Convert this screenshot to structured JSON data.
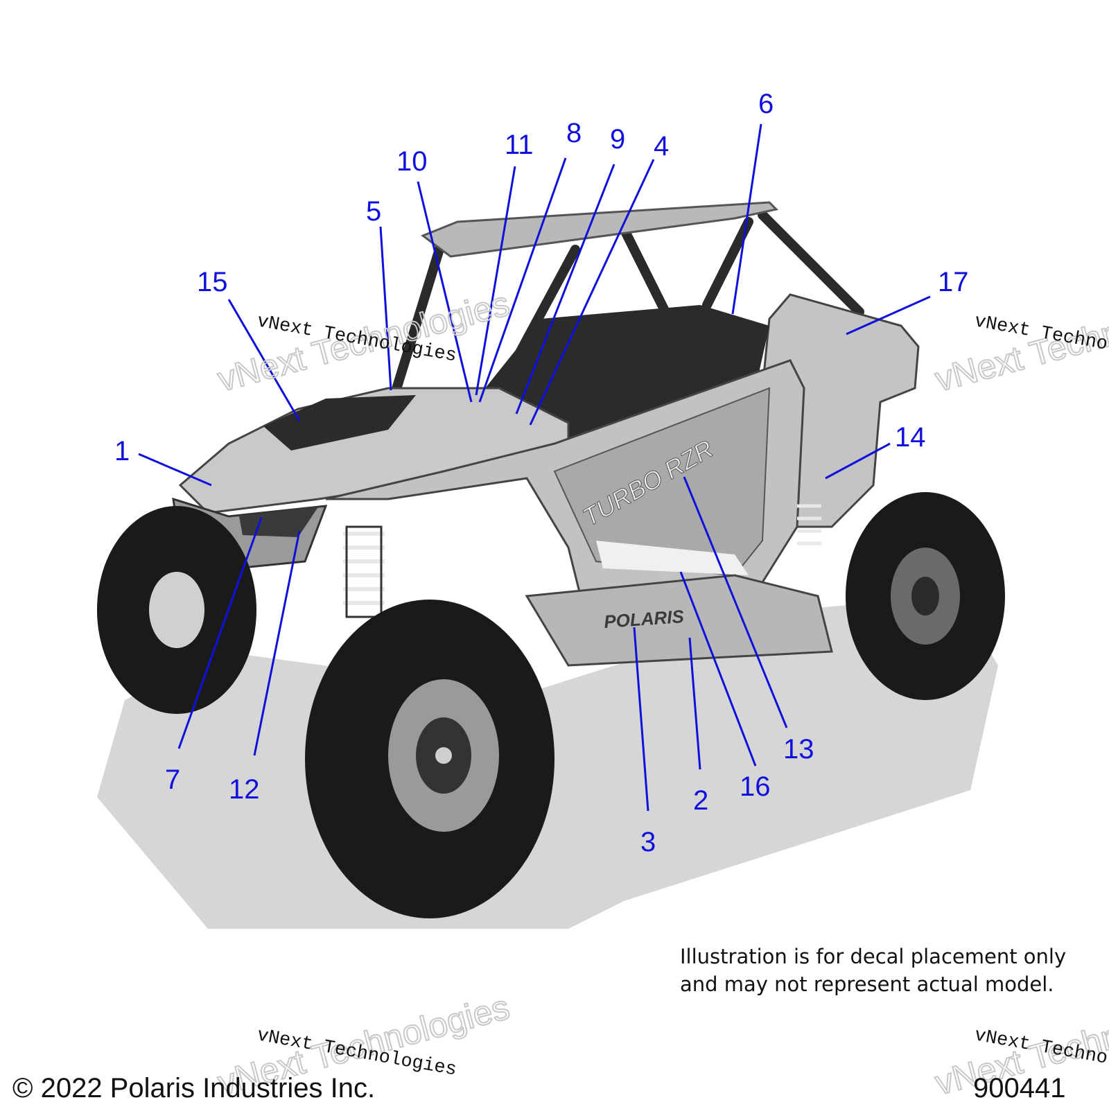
{
  "colors": {
    "callout": "#1010dd",
    "ink": "#111111",
    "body_light": "#c9c9c9",
    "body_mid": "#a8a8a8",
    "body_dark": "#555555",
    "tire": "#1a1a1a",
    "shadow": "#d6d6d6"
  },
  "callouts": [
    {
      "label": "1"
    },
    {
      "label": "2"
    },
    {
      "label": "3"
    },
    {
      "label": "4"
    },
    {
      "label": "5"
    },
    {
      "label": "6"
    },
    {
      "label": "7"
    },
    {
      "label": "8"
    },
    {
      "label": "9"
    },
    {
      "label": "10"
    },
    {
      "label": "11"
    },
    {
      "label": "12"
    },
    {
      "label": "13"
    },
    {
      "label": "14"
    },
    {
      "label": "15"
    },
    {
      "label": "16"
    },
    {
      "label": "17"
    }
  ],
  "vehicle": {
    "side_text": "POLARIS",
    "door_text": "TURBO RZR"
  },
  "watermark": {
    "line1": "vNext Technologies",
    "line2": "vNext Technologies"
  },
  "disclaimer": {
    "line1": "Illustration is for decal placement only",
    "line2": "and may not represent actual model."
  },
  "footer": {
    "copyright": "© 2022 Polaris Industries Inc.",
    "drawing_number": "900441"
  }
}
